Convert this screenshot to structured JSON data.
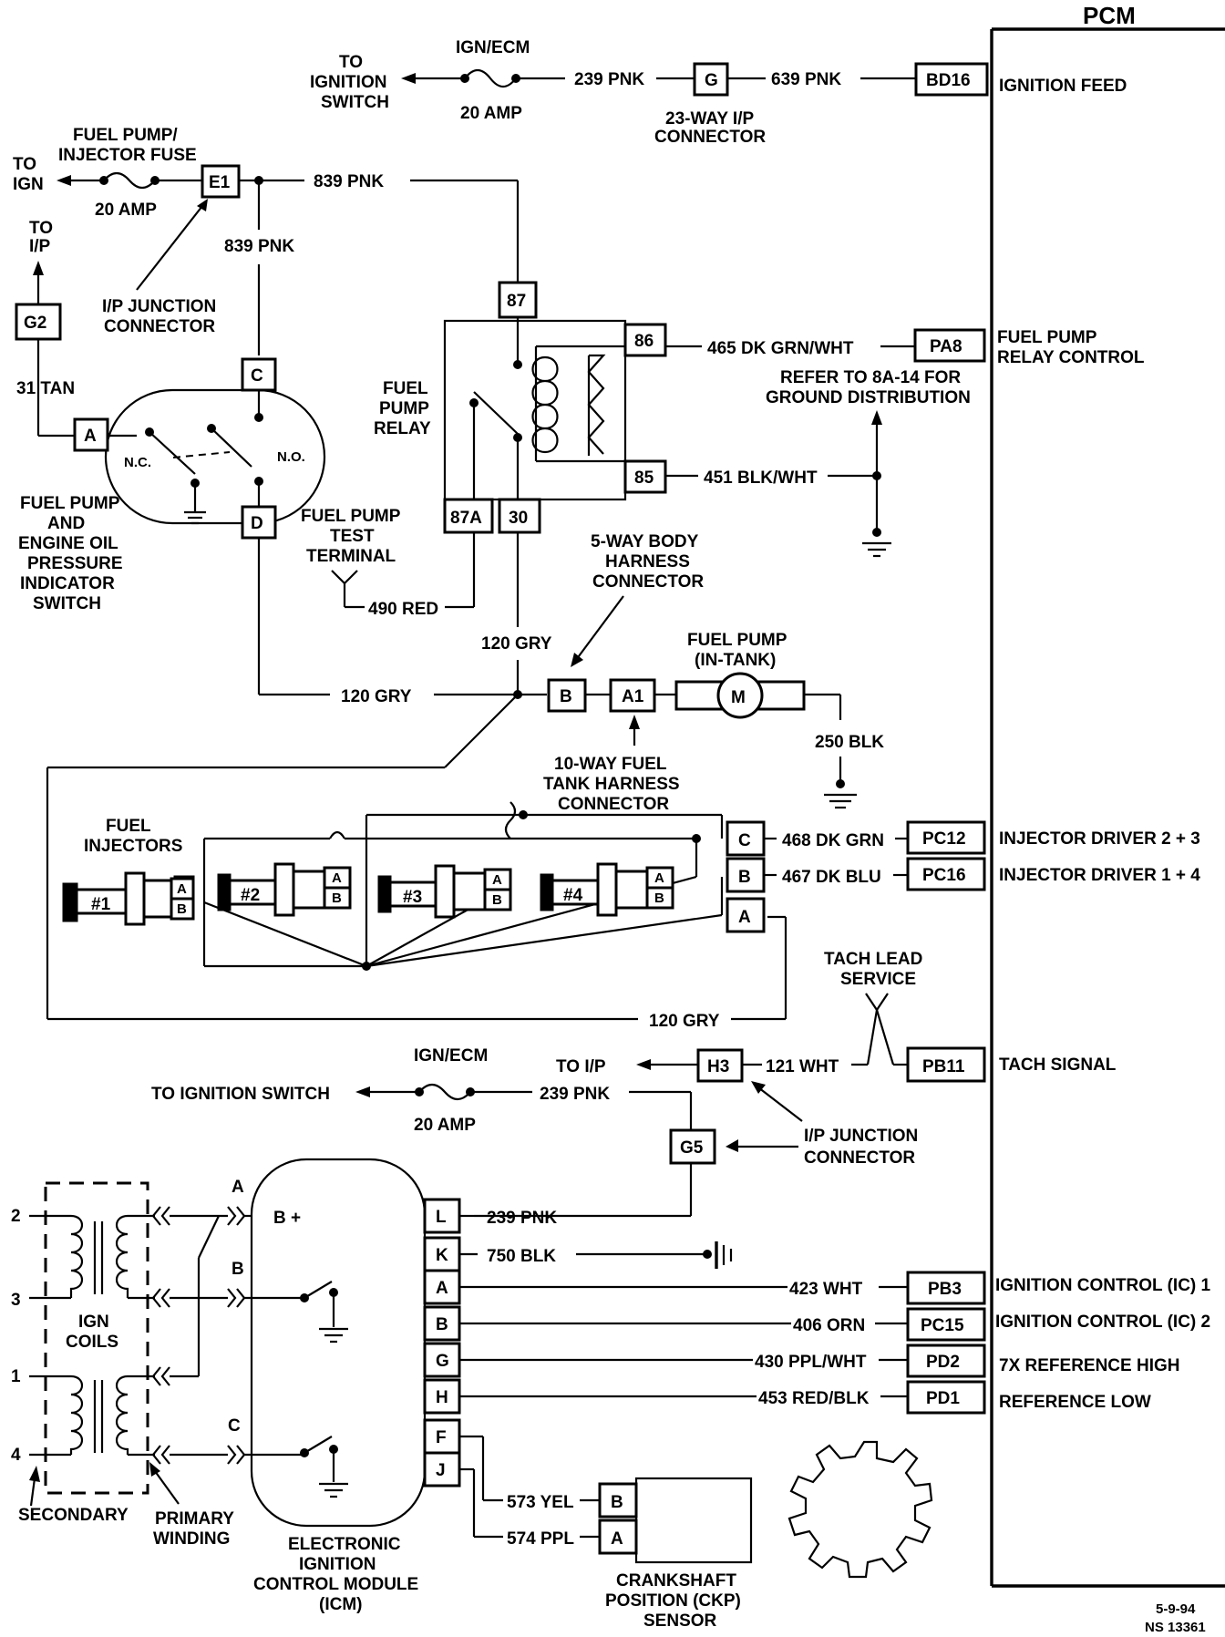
{
  "pcm": {
    "title": "PCM",
    "pins": [
      {
        "pin": "BD16",
        "function": "IGNITION FEED"
      },
      {
        "pin": "PA8",
        "function": "FUEL PUMP\nRELAY CONTROL"
      },
      {
        "pin": "PC12",
        "function": "INJECTOR DRIVER 2 + 3"
      },
      {
        "pin": "PC16",
        "function": "INJECTOR DRIVER 1 + 4"
      },
      {
        "pin": "PB11",
        "function": "TACH SIGNAL"
      },
      {
        "pin": "PB3",
        "function": "IGNITION CONTROL (IC) 1"
      },
      {
        "pin": "PC15",
        "function": "IGNITION CONTROL (IC) 2"
      },
      {
        "pin": "PD2",
        "function": "7X REFERENCE HIGH"
      },
      {
        "pin": "PD1",
        "function": "REFERENCE LOW"
      }
    ]
  },
  "components": {
    "to_ignition_switch": "TO\nIGNITION\nSWITCH",
    "ign_ecm_fuse": "IGN/ECM",
    "fuse_20amp": "20 AMP",
    "wire_239_pnk": "239 PNK",
    "wire_639_pnk": "639 PNK",
    "conn_g": "G",
    "ip_23way": "23-WAY I/P\nCONNECTOR",
    "fuel_pump_injector_fuse": "FUEL PUMP/\nINJECTOR FUSE",
    "to_ign": "TO\nIGN",
    "conn_e1": "E1",
    "wire_839_pnk": "839 PNK",
    "to_ip": "TO\nI/P",
    "conn_g2": "G2",
    "ip_junction": "I/P JUNCTION\nCONNECTOR",
    "wire_31_tan": "31 TAN",
    "relay_87": "87",
    "relay_86": "86",
    "relay_85": "85",
    "relay_87a": "87A",
    "relay_30": "30",
    "fuel_pump_relay": "FUEL\nPUMP\nRELAY",
    "wire_465": "465 DK GRN/WHT",
    "refer_8a14": "REFER TO 8A-14 FOR\nGROUND DISTRIBUTION",
    "wire_451": "451 BLK/WHT",
    "switch_c": "C",
    "switch_a": "A",
    "switch_d": "D",
    "switch_nc": "N.C.",
    "switch_no": "N.O.",
    "oil_switch": "FUEL PUMP\nAND\nENGINE OIL\nPRESSURE\nINDICATOR\nSWITCH",
    "fp_test_terminal": "FUEL PUMP\nTEST\nTERMINAL",
    "wire_490_red": "490 RED",
    "body_5way": "5-WAY BODY\nHARNESS\nCONNECTOR",
    "wire_120_gry": "120 GRY",
    "conn_b": "B",
    "conn_a1": "A1",
    "fuel_pump_intank": "FUEL PUMP\n(IN-TANK)",
    "motor_m": "M",
    "wire_250_blk": "250 BLK",
    "tank_10way": "10-WAY FUEL\nTANK HARNESS\nCONNECTOR",
    "fuel_injectors": "FUEL\nINJECTORS",
    "inj1": "#1",
    "inj2": "#2",
    "inj3": "#3",
    "inj4": "#4",
    "pin_a": "A",
    "pin_b": "B",
    "pin_c": "C",
    "wire_468": "468 DK GRN",
    "wire_467": "467 DK BLU",
    "tach_lead": "TACH LEAD\nSERVICE",
    "to_ip2": "TO I/P",
    "conn_h3": "H3",
    "wire_121": "121 WHT",
    "to_ign_switch2": "TO IGNITION SWITCH",
    "conn_g5": "G5",
    "ip_junction2": "I/P JUNCTION\nCONNECTOR",
    "icm_pins": [
      "L",
      "K",
      "A",
      "B",
      "G",
      "H",
      "F",
      "J"
    ],
    "wire_239_pnk_l": "239 PNK",
    "wire_750_blk": "750 BLK",
    "wire_423": "423 WHT",
    "wire_406": "406 ORN",
    "wire_430": "430 PPL/WHT",
    "wire_453": "453 RED/BLK",
    "wire_573": "573 YEL",
    "wire_574": "574 PPL",
    "bplus": "B +",
    "coil_nums": [
      "2",
      "3",
      "1",
      "4"
    ],
    "ign_coils": "IGN\nCOILS",
    "secondary": "SECONDARY",
    "primary_winding": "PRIMARY\nWINDING",
    "icm": "ELECTRONIC\nIGNITION\nCONTROL MODULE\n(ICM)",
    "ckp": "CRANKSHAFT\nPOSITION (CKP)\nSENSOR",
    "date": "5-9-94",
    "ref": "NS 13361"
  }
}
